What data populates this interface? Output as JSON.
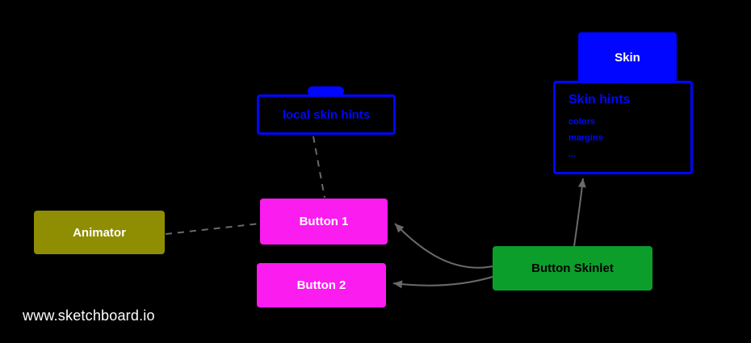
{
  "app": {
    "watermark": "www.sketchboard.io"
  },
  "diagram": {
    "edge_color": "#6a6a6a",
    "nodes": {
      "skin": {
        "label": "Skin",
        "fill": "#0006ff",
        "text_color": "#ffffff"
      },
      "skin_hints": {
        "title": "Skin hints",
        "items": [
          "colors",
          "margins",
          "..."
        ],
        "stroke": "#0006ff",
        "text_color": "#0008ff"
      },
      "local_skin_hints": {
        "label": "local skin hints",
        "stroke": "#0006ff",
        "text_color": "#0008ff"
      },
      "animator": {
        "label": "Animator",
        "fill": "#8f8d02",
        "text_color": "#ffffff"
      },
      "button1": {
        "label": "Button 1",
        "fill": "#fb1cf0",
        "text_color": "#ffffff"
      },
      "button2": {
        "label": "Button 2",
        "fill": "#fb1cf0",
        "text_color": "#ffffff"
      },
      "button_skinlet": {
        "label": "Button Skinlet",
        "fill": "#0c9e2b",
        "text_color": "#000000"
      }
    },
    "edges": [
      {
        "from": "animator",
        "to": "button1",
        "style": "dashed",
        "arrow": false
      },
      {
        "from": "local_skin_hints",
        "to": "button1",
        "style": "dashed",
        "arrow": false
      },
      {
        "from": "button_skinlet",
        "to": "button1",
        "style": "solid",
        "arrow": true
      },
      {
        "from": "button_skinlet",
        "to": "button2",
        "style": "solid",
        "arrow": true
      },
      {
        "from": "button_skinlet",
        "to": "skin_hints",
        "style": "solid",
        "arrow": true
      }
    ]
  }
}
